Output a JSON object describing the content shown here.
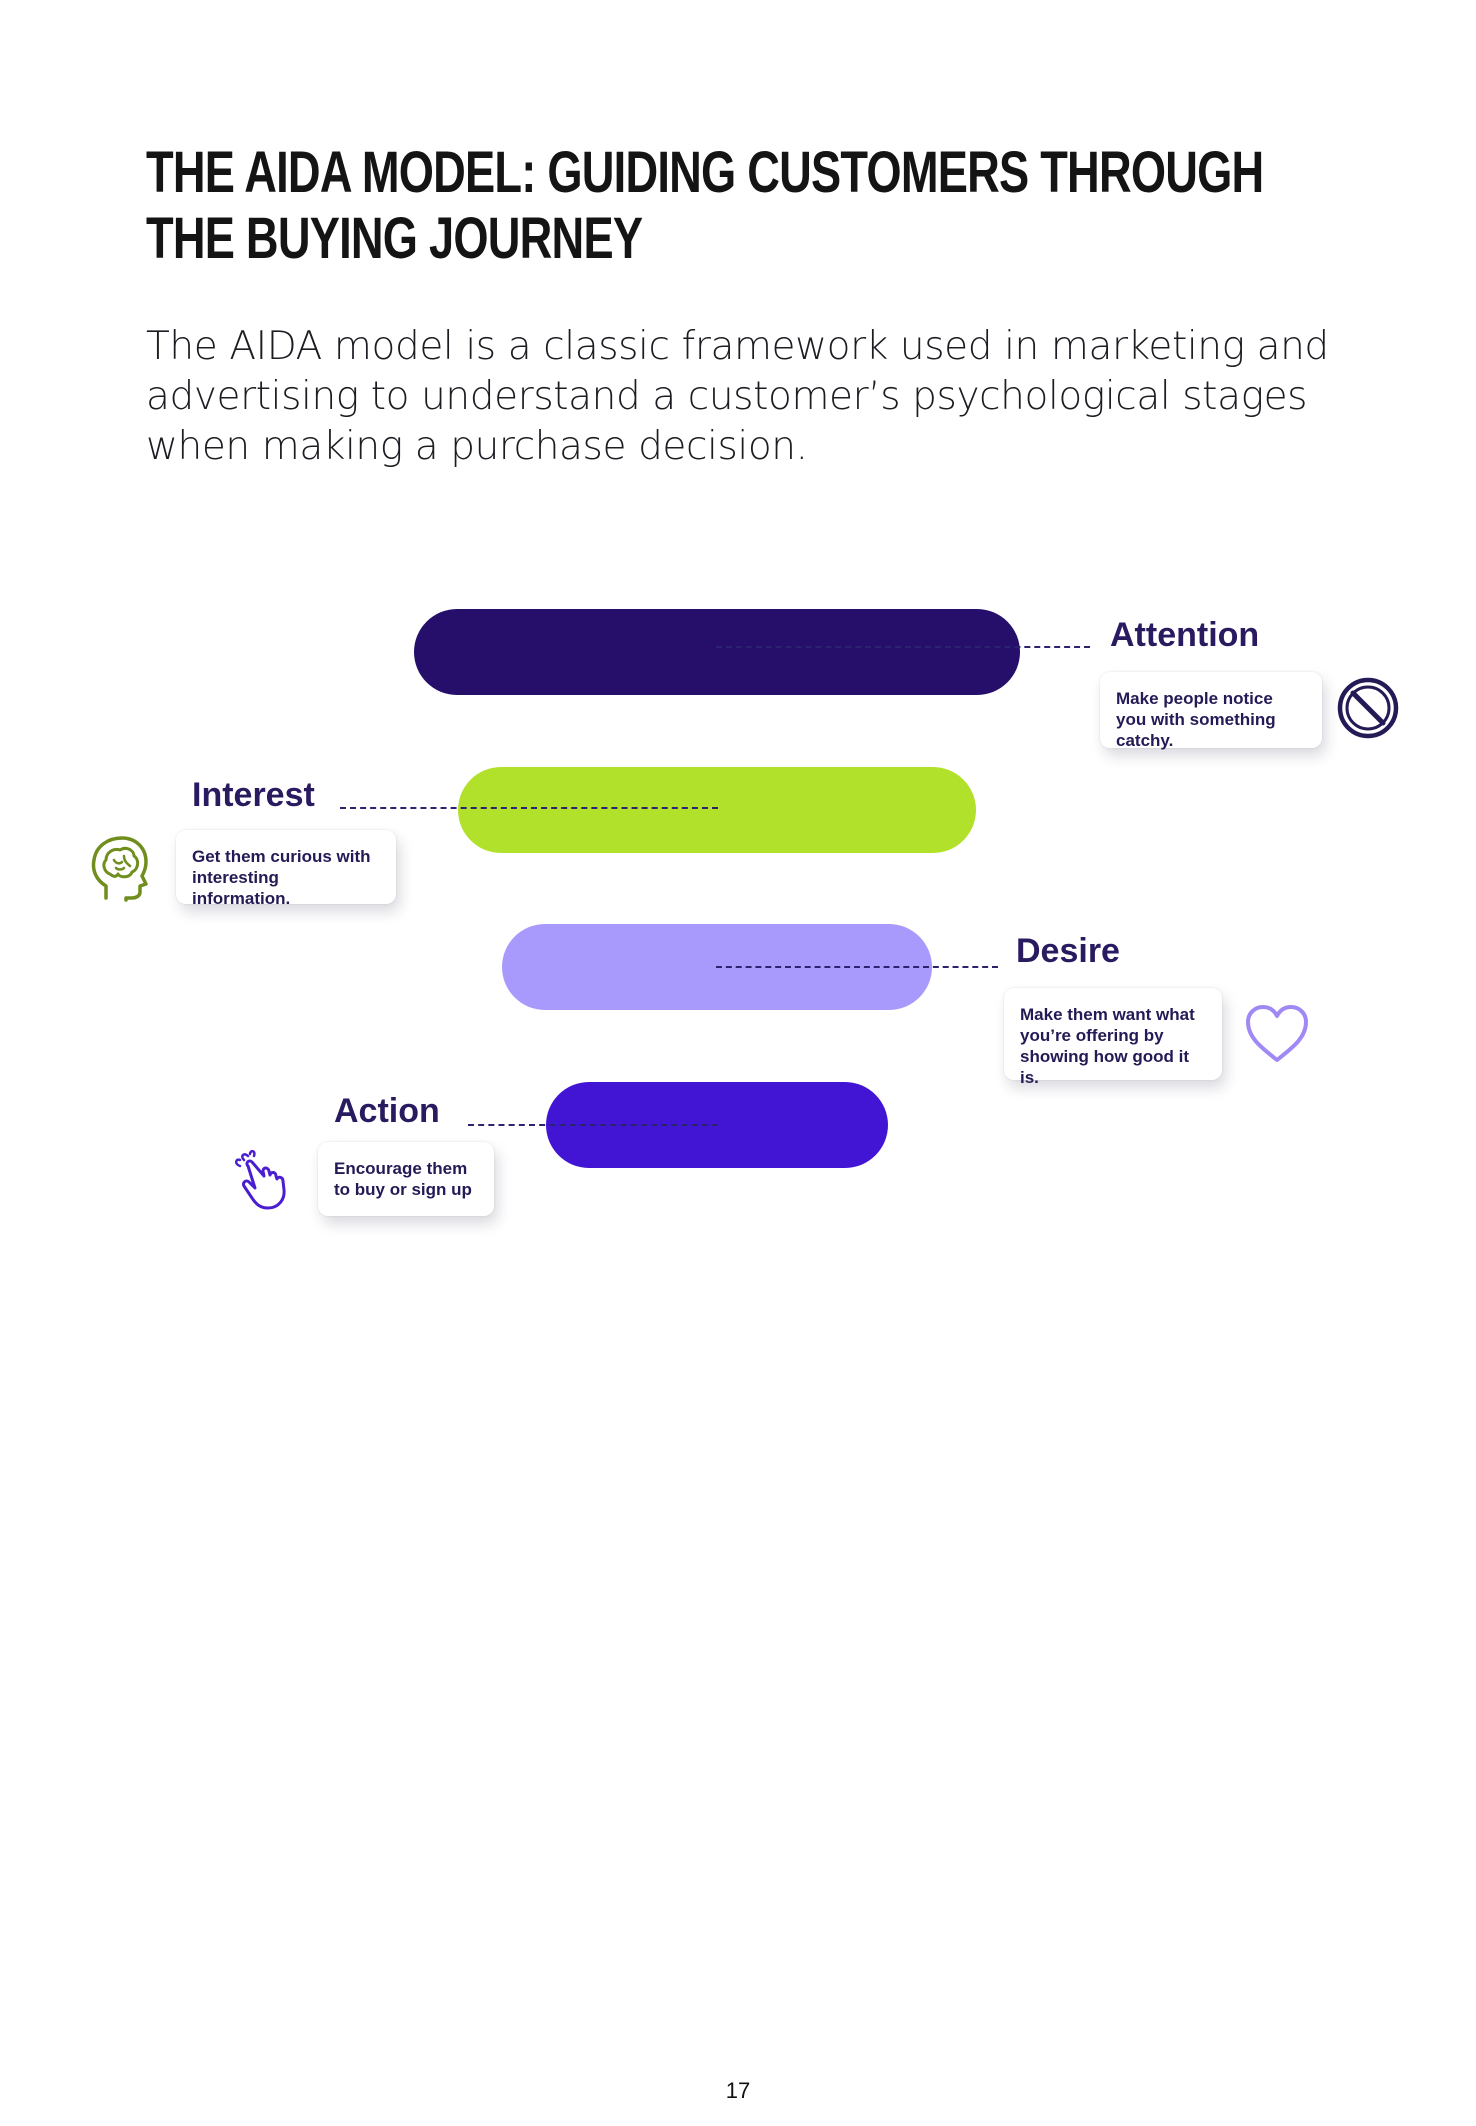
{
  "heading": {
    "line1": "THE AIDA MODEL: GUIDING CUSTOMERS THROUGH",
    "line2": "THE BUYING JOURNEY"
  },
  "intro": "The AIDA model is a classic framework used in marketing and advertising to understand a customer’s psychological stages when making a purchase decision.",
  "stages": {
    "attention": {
      "label": "Attention",
      "description": "Make people notice you with something catchy.",
      "color": "#250f6b",
      "icon": "no-sign-icon"
    },
    "interest": {
      "label": "Interest",
      "description": "Get them curious with interesting information.",
      "color": "#b1e12a",
      "icon": "brain-head-icon"
    },
    "desire": {
      "label": "Desire",
      "description": "Make them want what you’re offering by showing how good it is.",
      "color": "#a89afc",
      "icon": "heart-icon"
    },
    "action": {
      "label": "Action",
      "description": "Encourage them to buy or sign up",
      "color": "#4215d4",
      "icon": "pointer-hand-icon"
    }
  },
  "page_number": "17"
}
